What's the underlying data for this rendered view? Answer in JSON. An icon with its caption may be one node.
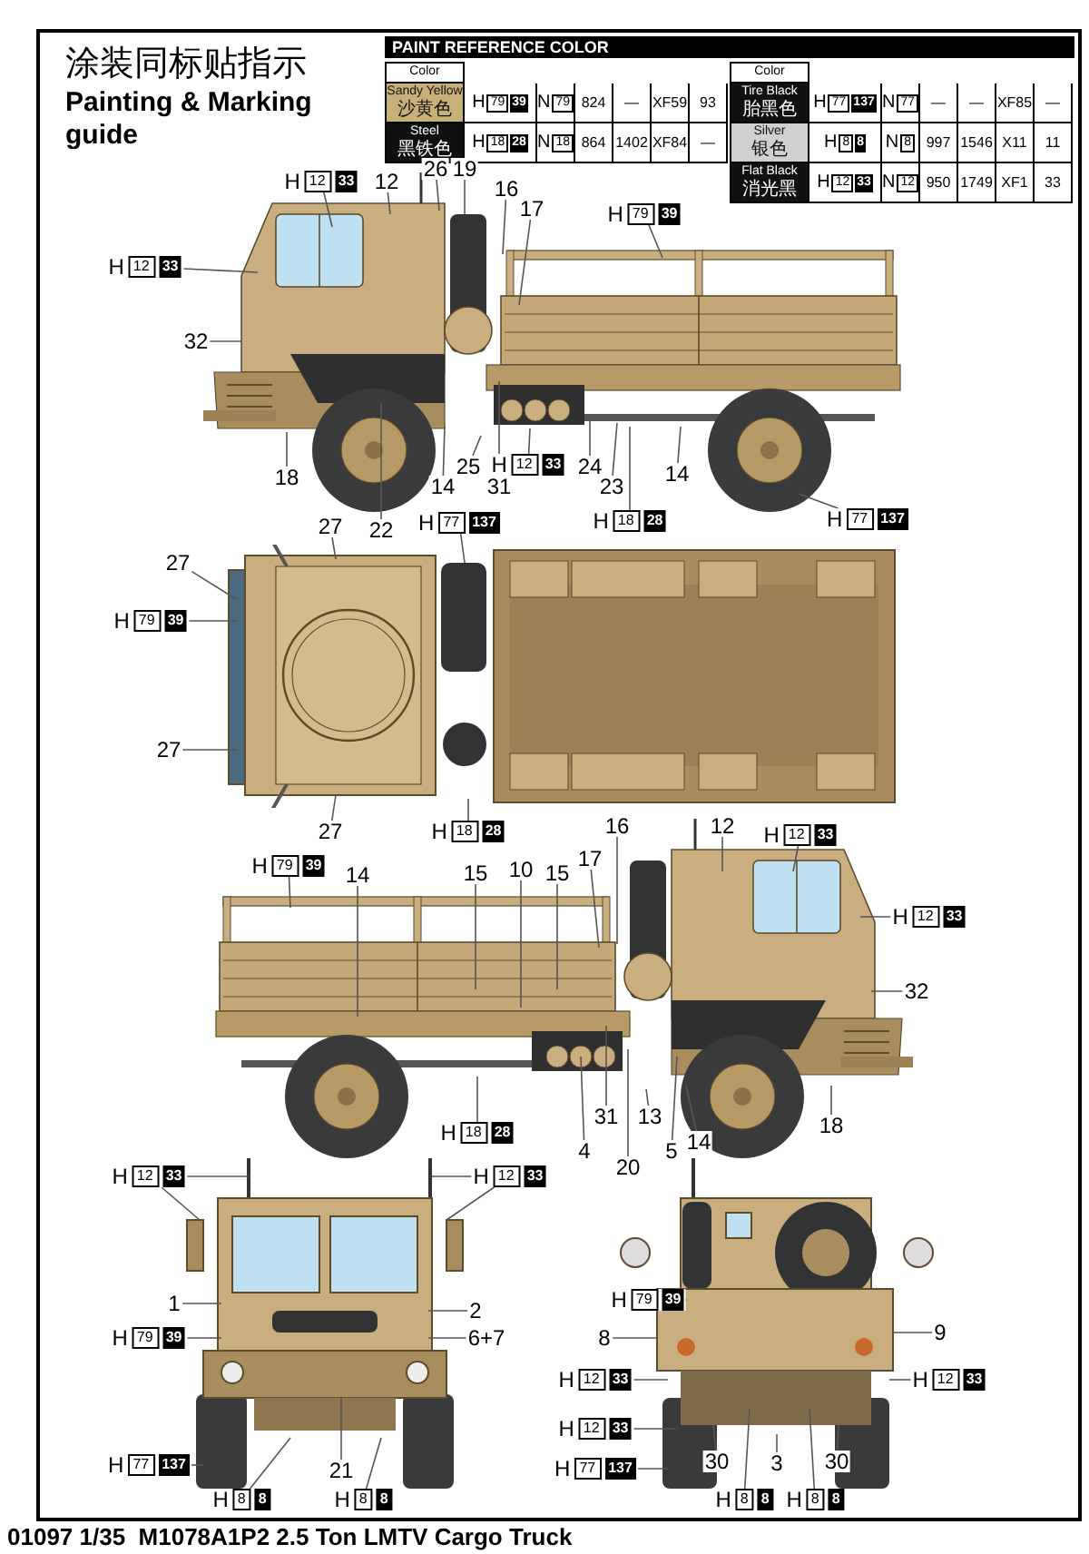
{
  "diagram": {
    "title": "涂装同标贴指示",
    "caption": "01097 1/35  M1078A1P2 2.5 Ton LMTV Cargo Truck",
    "nodes": [
      {
        "text": [
          "H",
          "12",
          "33"
        ]
      },
      {
        "text": [
          "12"
        ]
      },
      {
        "text": [
          "26"
        ]
      },
      {
        "text": [
          "19"
        ]
      },
      {
        "text": [
          "16"
        ]
      },
      {
        "text": [
          "17"
        ]
      },
      {
        "text": [
          "H",
          "79",
          "39"
        ]
      },
      {
        "text": [
          "H",
          "12",
          "33"
        ]
      },
      {
        "text": [
          "32"
        ]
      },
      {
        "text": [
          "18"
        ]
      },
      {
        "text": [
          "25"
        ]
      },
      {
        "text": [
          "H",
          "12",
          "33"
        ]
      },
      {
        "text": [
          "24"
        ]
      },
      {
        "text": [
          "14"
        ]
      },
      {
        "text": [
          "31"
        ]
      },
      {
        "text": [
          "23"
        ]
      },
      {
        "text": [
          "14"
        ]
      },
      {
        "text": [
          "22"
        ]
      },
      {
        "text": [
          "H",
          "18",
          "28"
        ]
      },
      {
        "text": [
          "H",
          "77",
          "137"
        ]
      },
      {
        "text": [
          "27"
        ]
      },
      {
        "text": [
          "H",
          "77",
          "137"
        ]
      },
      {
        "text": [
          "27"
        ]
      },
      {
        "text": [
          "H",
          "79",
          "39"
        ]
      },
      {
        "text": [
          "27"
        ]
      },
      {
        "text": [
          "27"
        ]
      },
      {
        "text": [
          "H",
          "18",
          "28"
        ]
      },
      {
        "text": [
          "16"
        ]
      },
      {
        "text": [
          "12"
        ]
      },
      {
        "text": [
          "H",
          "12",
          "33"
        ]
      },
      {
        "text": [
          "H",
          "79",
          "39"
        ]
      },
      {
        "text": [
          "14"
        ]
      },
      {
        "text": [
          "15"
        ]
      },
      {
        "text": [
          "10"
        ]
      },
      {
        "text": [
          "15"
        ]
      },
      {
        "text": [
          "17"
        ]
      },
      {
        "text": [
          "H",
          "12",
          "33"
        ]
      },
      {
        "text": [
          "32"
        ]
      },
      {
        "text": [
          "18"
        ]
      },
      {
        "text": [
          "H",
          "18",
          "28"
        ]
      },
      {
        "text": [
          "31"
        ]
      },
      {
        "text": [
          "13"
        ]
      },
      {
        "text": [
          "4"
        ]
      },
      {
        "text": [
          "20"
        ]
      },
      {
        "text": [
          "5"
        ]
      },
      {
        "text": [
          "14"
        ]
      },
      {
        "text": [
          "H",
          "12",
          "33"
        ]
      },
      {
        "text": [
          "H",
          "12",
          "33"
        ]
      },
      {
        "text": [
          "1"
        ]
      },
      {
        "text": [
          "2"
        ]
      },
      {
        "text": [
          "H",
          "79",
          "39"
        ]
      },
      {
        "text": [
          "6+7"
        ]
      },
      {
        "text": [
          "H",
          "77",
          "137"
        ]
      },
      {
        "text": [
          "21"
        ]
      },
      {
        "text": [
          "H",
          "8",
          "8"
        ]
      },
      {
        "text": [
          "H",
          "8",
          "8"
        ]
      },
      {
        "text": [
          "H",
          "79",
          "39"
        ]
      },
      {
        "text": [
          "8"
        ]
      },
      {
        "text": [
          "9"
        ]
      },
      {
        "text": [
          "H",
          "12",
          "33"
        ]
      },
      {
        "text": [
          "H",
          "12",
          "33"
        ]
      },
      {
        "text": [
          "H",
          "12",
          "33"
        ]
      },
      {
        "text": [
          "H",
          "77",
          "137"
        ]
      },
      {
        "text": [
          "30"
        ]
      },
      {
        "text": [
          "3"
        ]
      },
      {
        "text": [
          "30"
        ]
      },
      {
        "text": [
          "H",
          "8",
          "8"
        ]
      },
      {
        "text": [
          "H",
          "8",
          "8"
        ]
      }
    ],
    "edges": [
      {
        "from": 0,
        "to": null,
        "arrow": "none"
      },
      {
        "from": 1,
        "to": null,
        "arrow": "none"
      },
      {
        "from": 2,
        "to": null,
        "arrow": "none"
      },
      {
        "from": 3,
        "to": null,
        "arrow": "none"
      },
      {
        "from": 4,
        "to": null,
        "arrow": "none"
      },
      {
        "from": 5,
        "to": null,
        "arrow": "none"
      },
      {
        "from": 6,
        "to": null,
        "arrow": "none"
      },
      {
        "from": 7,
        "to": null,
        "arrow": "none"
      },
      {
        "from": 8,
        "to": null,
        "arrow": "none"
      },
      {
        "from": 9,
        "to": null,
        "arrow": "none"
      },
      {
        "from": 10,
        "to": null,
        "arrow": "none"
      },
      {
        "from": 11,
        "to": null,
        "arrow": "none"
      },
      {
        "from": 12,
        "to": null,
        "arrow": "none"
      },
      {
        "from": 13,
        "to": null,
        "arrow": "none"
      },
      {
        "from": 14,
        "to": null,
        "arrow": "none"
      },
      {
        "from": 15,
        "to": null,
        "arrow": "none"
      },
      {
        "from": 16,
        "to": null,
        "arrow": "none"
      },
      {
        "from": 17,
        "to": null,
        "arrow": "none"
      },
      {
        "from": 18,
        "to": null,
        "arrow": "none"
      },
      {
        "from": 19,
        "to": null,
        "arrow": "none"
      },
      {
        "from": 20,
        "to": null,
        "arrow": "none"
      },
      {
        "from": 21,
        "to": null,
        "arrow": "none"
      },
      {
        "from": 22,
        "to": null,
        "arrow": "none"
      },
      {
        "from": 23,
        "to": null,
        "arrow": "none"
      },
      {
        "from": 24,
        "to": null,
        "arrow": "none"
      },
      {
        "from": 25,
        "to": null,
        "arrow": "none"
      },
      {
        "from": 26,
        "to": null,
        "arrow": "none"
      },
      {
        "from": 27,
        "to": null,
        "arrow": "none"
      },
      {
        "from": 28,
        "to": null,
        "arrow": "none"
      },
      {
        "from": 29,
        "to": null,
        "arrow": "none"
      },
      {
        "from": 30,
        "to": null,
        "arrow": "none"
      },
      {
        "from": 31,
        "to": null,
        "arrow": "none"
      },
      {
        "from": 32,
        "to": null,
        "arrow": "none"
      },
      {
        "from": 33,
        "to": null,
        "arrow": "none"
      },
      {
        "from": 34,
        "to": null,
        "arrow": "none"
      },
      {
        "from": 35,
        "to": null,
        "arrow": "none"
      },
      {
        "from": 36,
        "to": null,
        "arrow": "none"
      },
      {
        "from": 37,
        "to": null,
        "arrow": "none"
      },
      {
        "from": 38,
        "to": null,
        "arrow": "none"
      },
      {
        "from": 39,
        "to": null,
        "arrow": "none"
      },
      {
        "from": 40,
        "to": null,
        "arrow": "none"
      },
      {
        "from": 41,
        "to": null,
        "arrow": "none"
      },
      {
        "from": 42,
        "to": null,
        "arrow": "none"
      },
      {
        "from": 43,
        "to": null,
        "arrow": "none"
      },
      {
        "from": 44,
        "to": null,
        "arrow": "none"
      },
      {
        "from": 45,
        "to": null,
        "arrow": "none"
      },
      {
        "from": 46,
        "to": null,
        "arrow": "none"
      },
      {
        "from": 46,
        "to": null,
        "arrow": "none"
      },
      {
        "from": 47,
        "to": null,
        "arrow": "none"
      },
      {
        "from": 47,
        "to": null,
        "arrow": "none"
      },
      {
        "from": 48,
        "to": null,
        "arrow": "none"
      },
      {
        "from": 49,
        "to": null,
        "arrow": "none"
      },
      {
        "from": 50,
        "to": null,
        "arrow": "none"
      },
      {
        "from": 51,
        "to": null,
        "arrow": "none"
      },
      {
        "from": 52,
        "to": null,
        "arrow": "none"
      },
      {
        "from": 53,
        "to": null,
        "arrow": "none"
      },
      {
        "from": 54,
        "to": null,
        "arrow": "none"
      },
      {
        "from": 55,
        "to": null,
        "arrow": "none"
      },
      {
        "from": 56,
        "to": null,
        "arrow": "none"
      },
      {
        "from": 57,
        "to": null,
        "arrow": "none"
      },
      {
        "from": 58,
        "to": null,
        "arrow": "none"
      },
      {
        "from": 59,
        "to": null,
        "arrow": "none"
      },
      {
        "from": 60,
        "to": null,
        "arrow": "none"
      },
      {
        "from": 61,
        "to": null,
        "arrow": "none"
      },
      {
        "from": 62,
        "to": null,
        "arrow": "none"
      },
      {
        "from": 63,
        "to": null,
        "arrow": "none"
      },
      {
        "from": 64,
        "to": null,
        "arrow": "none"
      },
      {
        "from": 65,
        "to": null,
        "arrow": "none"
      },
      {
        "from": 66,
        "to": null,
        "arrow": "none"
      },
      {
        "from": 67,
        "to": null,
        "arrow": "none"
      }
    ],
    "labels": [
      "Painting & Marking guide",
      "PAINT  REFERENCE COLOR",
      "Color",
      "Color",
      "Sandy Yellow",
      "沙黄色",
      "H",
      "79",
      "39",
      "N",
      "79",
      "824",
      "—",
      "XF59",
      "93",
      "Tire Black",
      "胎黑色",
      "H",
      "77",
      "137",
      "N",
      "77",
      "—",
      "—",
      "XF85",
      "—",
      "Steel",
      "黑铁色",
      "H",
      "18",
      "28",
      "N",
      "18",
      "864",
      "1402",
      "XF84",
      "—",
      "Silver",
      "银色",
      "H",
      "8",
      "8",
      "N",
      "8",
      "997",
      "1546",
      "X11",
      "11",
      "Flat Black",
      "消光黑",
      "H",
      "12",
      "33",
      "N",
      "12",
      "950",
      "1749",
      "XF1",
      "33"
    ]
  }
}
